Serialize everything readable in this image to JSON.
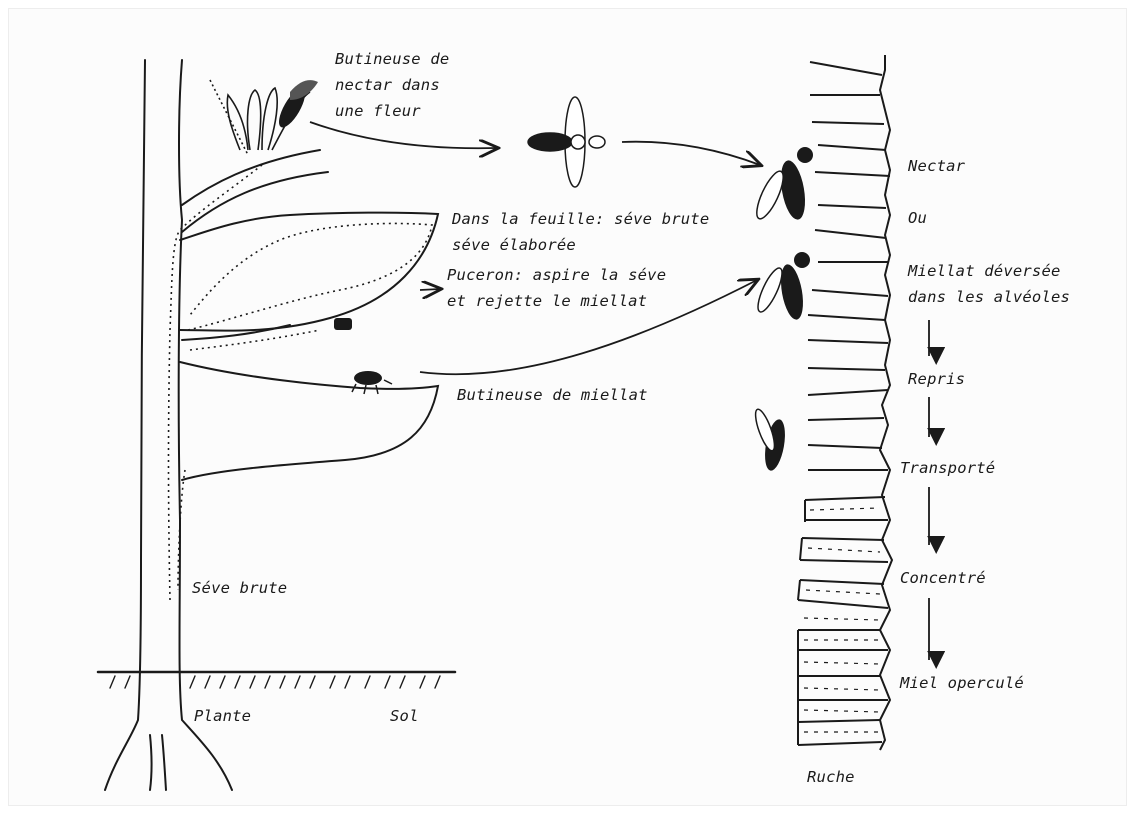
{
  "labels": {
    "forager_nectar": "Butineuse de\nnectar dans\nune fleur",
    "in_leaf": "Dans la feuille: séve brute\nséve élaborée",
    "aphid": "Puceron: aspire la séve\net rejette le miellat",
    "forager_honeydew": "Butineuse de miellat",
    "raw_sap": "Séve brute",
    "plant": "Plante",
    "soil": "Sol",
    "hive": "Ruche"
  },
  "hive_steps": [
    "Nectar",
    "Ou",
    "Miellat déversée\ndans les alvéoles",
    "Repris",
    "Transporté",
    "Concentré",
    "Miel operculé"
  ],
  "colors": {
    "ink": "#1a1a1a",
    "background": "#fcfcfc"
  }
}
